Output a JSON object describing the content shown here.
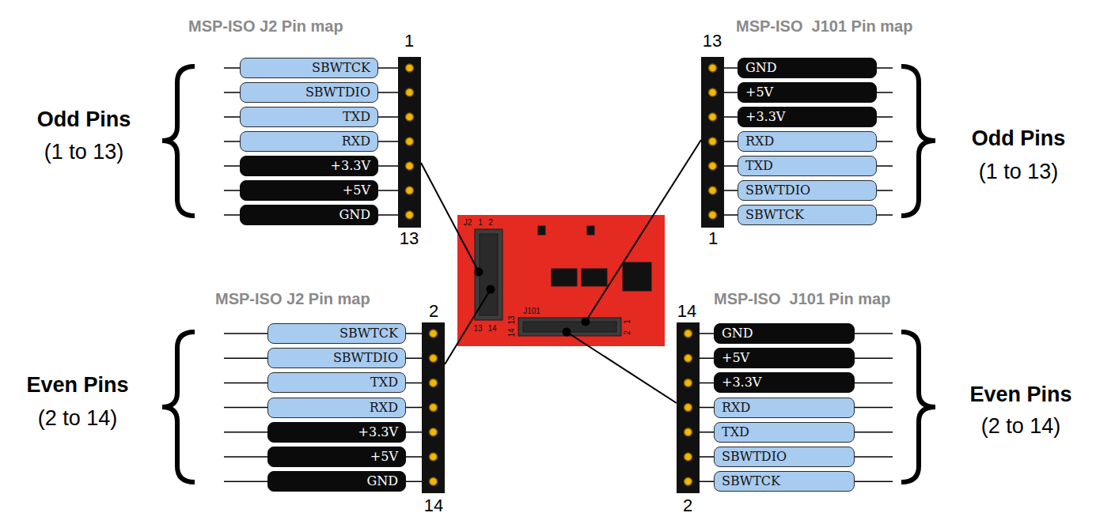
{
  "diagram": {
    "nodes": [
      {
        "text": [
          "SBWTCK"
        ]
      },
      {
        "text": [
          "SBWTDIO"
        ]
      },
      {
        "text": [
          "TXD"
        ]
      },
      {
        "text": [
          "RXD"
        ]
      },
      {
        "text": [
          "+3.3V"
        ]
      },
      {
        "text": [
          "+5V"
        ]
      },
      {
        "text": [
          "GND"
        ]
      },
      {
        "text": [
          "GND"
        ]
      },
      {
        "text": [
          "+5V"
        ]
      },
      {
        "text": [
          "+3.3V"
        ]
      },
      {
        "text": [
          "RXD"
        ]
      },
      {
        "text": [
          "TXD"
        ]
      },
      {
        "text": [
          "SBWTDIO"
        ]
      },
      {
        "text": [
          "SBWTCK"
        ]
      },
      {
        "text": [
          "J2",
          "1",
          "2",
          "13",
          "14",
          "J101",
          "14",
          "13",
          "2",
          "1"
        ]
      },
      {
        "text": [
          "SBWTCK"
        ]
      },
      {
        "text": [
          "SBWTDIO"
        ]
      },
      {
        "text": [
          "TXD"
        ]
      },
      {
        "text": [
          "RXD"
        ]
      },
      {
        "text": [
          "+3.3V"
        ]
      },
      {
        "text": [
          "+5V"
        ]
      },
      {
        "text": [
          "GND"
        ]
      },
      {
        "text": [
          "GND"
        ]
      },
      {
        "text": [
          "+5V"
        ]
      },
      {
        "text": [
          "+3.3V"
        ]
      },
      {
        "text": [
          "RXD"
        ]
      },
      {
        "text": [
          "TXD"
        ]
      },
      {
        "text": [
          "SBWTDIO"
        ]
      },
      {
        "text": [
          "SBWTCK"
        ]
      }
    ],
    "labels": [
      "MSP-ISO J2 Pin map",
      "1",
      "13",
      "Odd Pins",
      "(1 to 13)",
      "MSP-ISO  J101 Pin map",
      "13",
      "1",
      "Odd Pins",
      "(1 to 13)",
      "MSP-ISO J2 Pin map",
      "2",
      "14",
      "Even Pins",
      "(2 to 14)",
      "MSP-ISO  J101 Pin map",
      "14",
      "2",
      "Even Pins",
      "(2 to 14)"
    ]
  }
}
